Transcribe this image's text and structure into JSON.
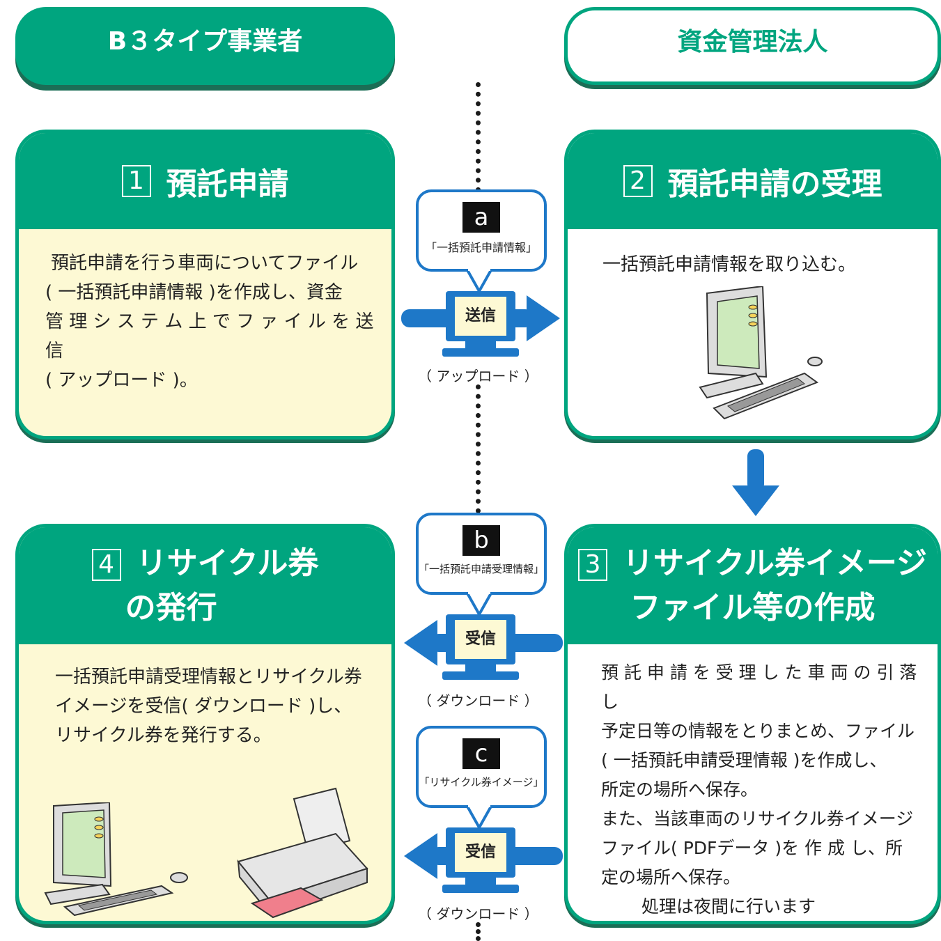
{
  "header_left": "B３タイプ事業者",
  "header_right": "資金管理法人",
  "step1": {
    "number": "1",
    "title": "預託申請",
    "body": [
      "預託申請を行う車両についてファイル",
      "( 一括預託申請情報 )を作成し、資金",
      "管 理 シ ス テ ム 上 で フ ァ イ ル を 送 信",
      "( アップロード )。"
    ]
  },
  "step2": {
    "number": "2",
    "title": "預託申請の受理",
    "body": "一括預託申請情報を取り込む。"
  },
  "step3": {
    "number": "3",
    "title_line1": "リサイクル券イメージ",
    "title_line2": "ファイル等の作成",
    "body": [
      "預 託 申 請 を 受 理 し た 車 両 の 引 落 し",
      "予定日等の情報をとりまとめ、ファイル",
      "( 一括預託申請受理情報 )を作成し、",
      "所定の場所へ保存。",
      "また、当該車両のリサイクル券イメージ",
      "ファイル( PDFデータ )を 作 成 し、所",
      "定の場所へ保存。"
    ],
    "note": "処理は夜間に行います"
  },
  "step4": {
    "number": "4",
    "title_line1": "リサイクル券",
    "title_line2": "の発行",
    "body": [
      "一括預託申請受理情報とリサイクル券",
      "イメージを受信( ダウンロード )し、",
      "リサイクル券を発行する。"
    ]
  },
  "transfer_a": {
    "letter": "a",
    "label": "「一括預託申請情報」",
    "action": "送信",
    "caption": "（ アップロード ）"
  },
  "transfer_b": {
    "letter": "b",
    "label": "「一括預託申請受理情報」",
    "action": "受信",
    "caption": "（ ダウンロード ）"
  },
  "transfer_c": {
    "letter": "c",
    "label": "「リサイクル券イメージ」",
    "action": "受信",
    "caption": "（ ダウンロード ）"
  },
  "colors": {
    "green": "#00a57f",
    "dark_green": "#1b6e56",
    "cream": "#fdf9d4",
    "blue": "#1e78c8"
  }
}
